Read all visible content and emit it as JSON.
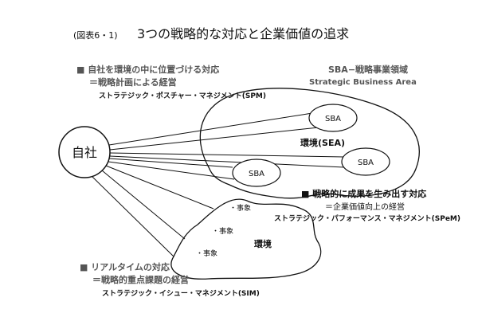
{
  "title": {
    "prefix": "(図表6・1)",
    "main": "3つの戦略的な対応と企業価値の追求"
  },
  "spm": {
    "heading": "■ 自社を環境の中に位置づける対応",
    "sub": "＝戦略計画による経営",
    "katakana": "ストラテジック・ポスチャー・マネジメント(SPM)"
  },
  "sba_legend": {
    "line1": "SBA−戦略事業領域",
    "line2": "Strategic Business Area"
  },
  "company": "自社",
  "environment_upper": "環境(SEA)",
  "sba_labels": [
    "SBA",
    "SBA",
    "SBA"
  ],
  "speM": {
    "heading": "■ 戦略的に成果を生み出す対応",
    "sub": "＝企業価値向上の経営",
    "katakana": "ストラテジック・パフォーマンス・マネジメント(SPeM)"
  },
  "events": [
    "・事象",
    "・事象",
    "・事象"
  ],
  "environment_lower": "環境",
  "sim": {
    "heading": "■ リアルタイムの対応",
    "sub": "＝戦略的重点課題の経営",
    "katakana": "ストラテジック・イシュー・マネジメント(SIM)"
  }
}
